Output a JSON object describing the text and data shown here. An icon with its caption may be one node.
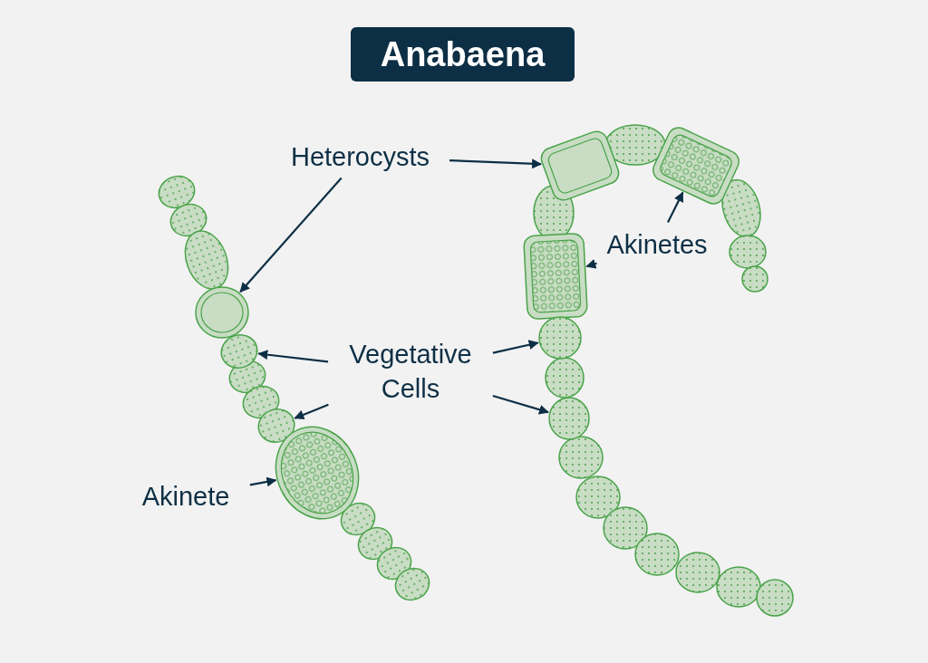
{
  "diagram": {
    "title": "Anabaena",
    "nodes": [
      {
        "text": [
          "Heterocysts"
        ]
      },
      {
        "text": [],
        "shape": "picture"
      },
      {
        "text": [],
        "shape": "picture"
      },
      {
        "text": [
          "Akinetes"
        ]
      },
      {
        "text": [],
        "shape": "picture"
      },
      {
        "text": [],
        "shape": "picture"
      },
      {
        "text": [
          "Vegetative Cells"
        ]
      },
      {
        "text": [],
        "shape": "circle"
      },
      {
        "text": [],
        "shape": "circle"
      },
      {
        "text": [],
        "shape": "circle"
      },
      {
        "text": [],
        "shape": "circle"
      },
      {
        "text": [
          "Akinete"
        ]
      },
      {
        "text": [],
        "shape": "picture"
      }
    ],
    "edges": [
      {
        "from": 0,
        "to": 2,
        "arrow": "to"
      },
      {
        "from": 0,
        "to": 1,
        "arrow": "to"
      },
      {
        "from": 3,
        "to": 4,
        "arrow": "to"
      },
      {
        "from": 3,
        "to": 5,
        "arrow": "to"
      },
      {
        "from": 6,
        "to": 7,
        "arrow": "to"
      },
      {
        "from": 6,
        "to": 8,
        "arrow": "to"
      },
      {
        "from": 6,
        "to": 9,
        "arrow": "to"
      },
      {
        "from": 6,
        "to": 10,
        "arrow": "to"
      },
      {
        "from": 11,
        "to": 12,
        "arrow": "to"
      }
    ]
  }
}
